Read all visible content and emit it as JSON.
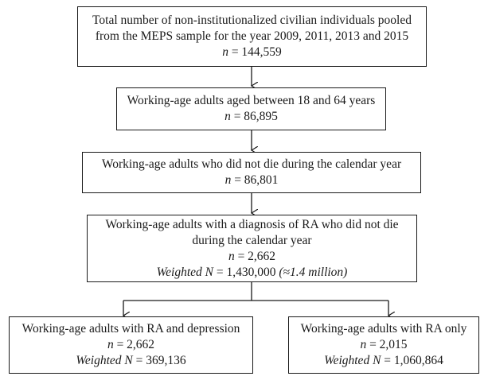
{
  "boxes": {
    "total": {
      "line1": "Total number of non-institutionalized civilian individuals pooled",
      "line2": "from the MEPS sample for the year 2009, 2011, 2013 and 2015",
      "n_label": "n",
      "n_value": " = 144,559"
    },
    "working_age": {
      "line1": "Working-age adults aged between 18 and 64 years",
      "n_label": "n",
      "n_value": " = 86,895"
    },
    "not_die": {
      "line1": "Working-age adults who did not die during the calendar year",
      "n_label": "n",
      "n_value": " = 86,801"
    },
    "ra_diagnosis": {
      "line1": "Working-age adults with a diagnosis of RA who did not die",
      "line2": "during the calendar year",
      "n_label": "n",
      "n_value": " = 2,662",
      "weighted_label": "Weighted N",
      "weighted_value": " = 1,430,000 ",
      "weighted_approx": "(≈1.4 million)"
    },
    "ra_depression": {
      "line1": "Working-age adults with RA and depression",
      "n_label": "n",
      "n_value": " = 2,662",
      "weighted_label": "Weighted N",
      "weighted_value": " = 369,136"
    },
    "ra_only": {
      "line1": "Working-age adults with RA only",
      "n_label": "n",
      "n_value": " = 2,015",
      "weighted_label": "Weighted N",
      "weighted_value": " = 1,060,864"
    }
  }
}
